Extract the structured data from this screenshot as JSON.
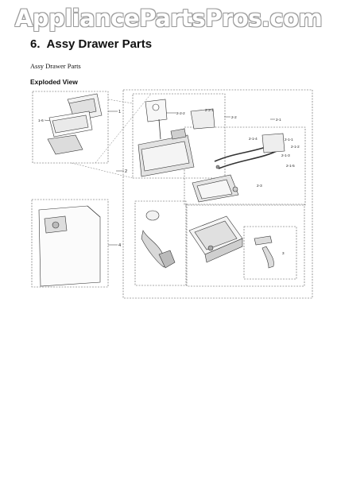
{
  "watermark": "AppliancePartsPros.com",
  "section": {
    "number": "6.",
    "title": "Assy Drawer Parts"
  },
  "subtitle": "Assy Drawer Parts",
  "view_label": "Exploded View",
  "callouts": {
    "c1": "1",
    "c2": "2",
    "c3": "3",
    "c4": "4",
    "c1_6": "1-6",
    "c2_2": "2-2",
    "c2_2_1": "2-2-1",
    "c2_2_2": "2-2-2",
    "c2_3": "2-3",
    "c2_1": "2-1",
    "c2_1_1": "2-1-1",
    "c2_1_2": "2-1-2",
    "c2_1_3": "2-1-3",
    "c2_1_4": "2-1-4",
    "c2_1_5": "2-1-5"
  }
}
